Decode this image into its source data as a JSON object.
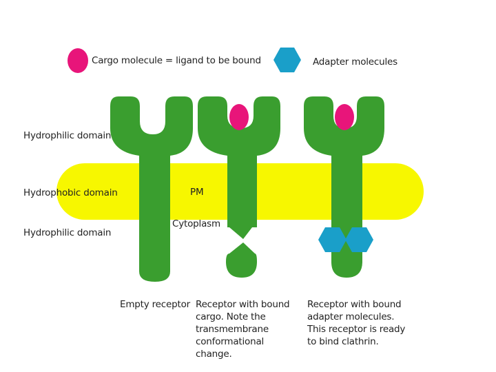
{
  "legend": {
    "cargo": "Cargo molecule = ligand to be bound",
    "adapter": "Adapter molecules"
  },
  "domains": {
    "top": "Hydrophilic domain",
    "middle": "Hydrophobic domain",
    "bottom": "Hydrophilic domain"
  },
  "membrane_label": "PM",
  "cytoplasm_label": "Cytoplasm",
  "captions": {
    "empty": [
      "Empty receptor"
    ],
    "cargo": [
      "Receptor with bound",
      "cargo. Note the",
      "transmembrane",
      "conformational",
      "change."
    ],
    "adapter": [
      "Receptor with bound",
      "adapter molecules.",
      "This receptor is ready",
      "to bind clathrin."
    ]
  },
  "colors": {
    "receptor": "#3a9e2f",
    "membrane": "#f7f700",
    "cargo": "#e8157a",
    "adapter": "#1a9fc9"
  }
}
